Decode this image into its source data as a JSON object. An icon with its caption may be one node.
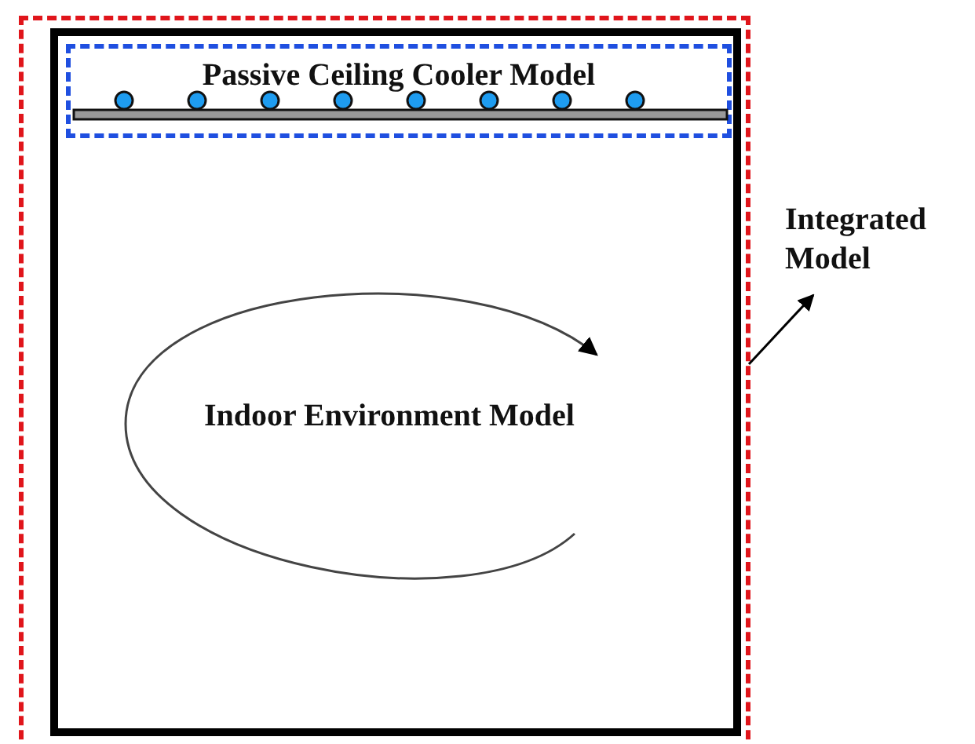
{
  "diagram": {
    "nodes": [
      {
        "text": [],
        "shape": "box"
      },
      {
        "text": [
          "Indoor Environment Model"
        ],
        "in": 0
      },
      {
        "text": [
          "Passive Ceiling Cooler Model"
        ],
        "in": 1
      },
      {
        "text": [
          "Integrated Model"
        ]
      }
    ],
    "edges": [
      {
        "from": 0,
        "to": 3,
        "arrow": "to"
      }
    ]
  }
}
